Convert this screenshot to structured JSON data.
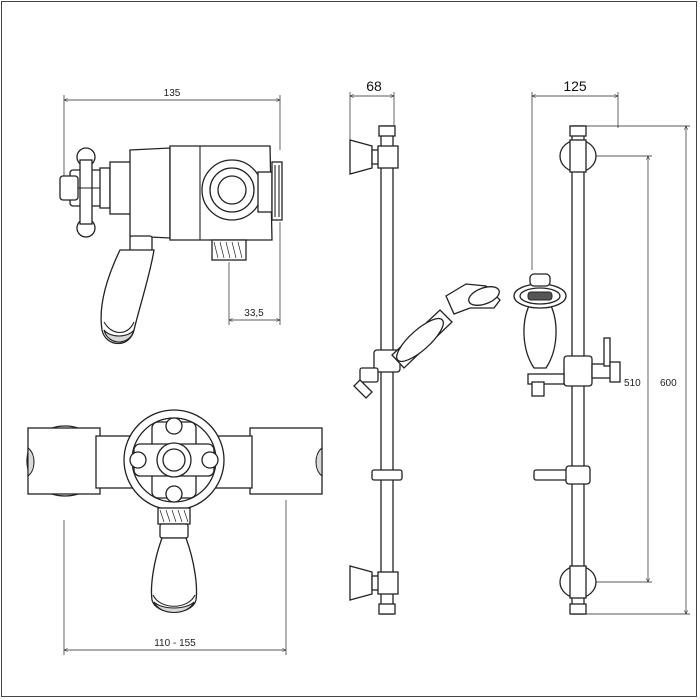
{
  "dimensions": {
    "valve_width": "135",
    "outlet_offset": "33,5",
    "centres": "110 - 155",
    "kit_depth": "68",
    "kit_width": "125",
    "riser_centres": "510",
    "riser_length": "600"
  },
  "colors": {
    "line": "#222222",
    "background": "#ffffff",
    "frame": "#444444"
  }
}
